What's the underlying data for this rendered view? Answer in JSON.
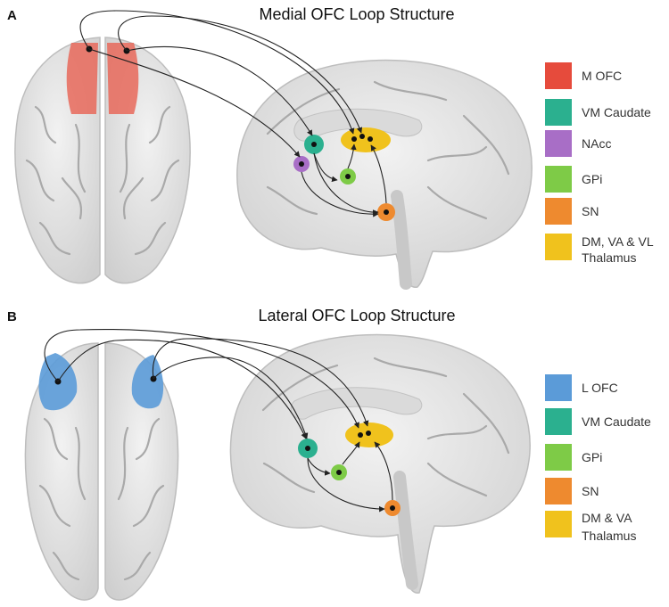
{
  "panels": [
    {
      "letter": "A",
      "title": "Medial OFC Loop Structure",
      "legend": [
        {
          "label": "M OFC",
          "color": "#e64b3c"
        },
        {
          "label": "VM Caudate",
          "color": "#2bb08f"
        },
        {
          "label": "NAcc",
          "color": "#a86ec6"
        },
        {
          "label": "GPi",
          "color": "#7ecb47"
        },
        {
          "label": "SN",
          "color": "#ee8a2f"
        },
        {
          "label": "DM, VA & VL",
          "label2": "Thalamus",
          "color": "#f0c21d"
        }
      ]
    },
    {
      "letter": "B",
      "title": "Lateral OFC Loop Structure",
      "legend": [
        {
          "label": "L OFC",
          "color": "#5b9bd8"
        },
        {
          "label": "VM Caudate",
          "color": "#2bb08f"
        },
        {
          "label": "GPi",
          "color": "#7ecb47"
        },
        {
          "label": "SN",
          "color": "#ee8a2f"
        },
        {
          "label": "DM & VA",
          "label2": "Thalamus",
          "color": "#f0c21d"
        }
      ]
    }
  ]
}
